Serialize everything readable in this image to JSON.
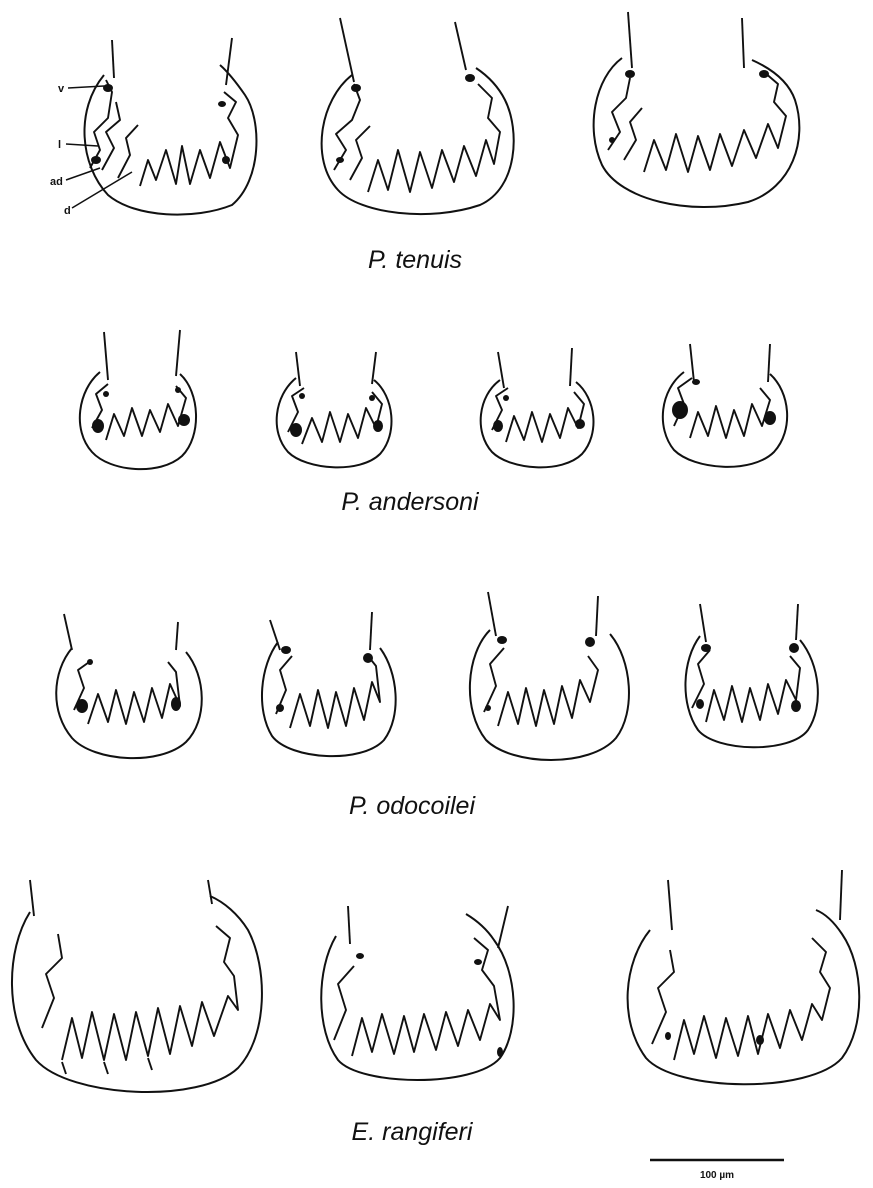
{
  "figure": {
    "labels": {
      "v": "v",
      "l": "l",
      "ad": "ad",
      "d": "d"
    },
    "rows": [
      {
        "species": "P. tenuis",
        "count": 3
      },
      {
        "species": "P. andersoni",
        "count": 4
      },
      {
        "species": "P. odocoilei",
        "count": 4
      },
      {
        "species": "E. rangiferi",
        "count": 3
      }
    ],
    "scale_bar": {
      "label": "100 µm"
    }
  }
}
